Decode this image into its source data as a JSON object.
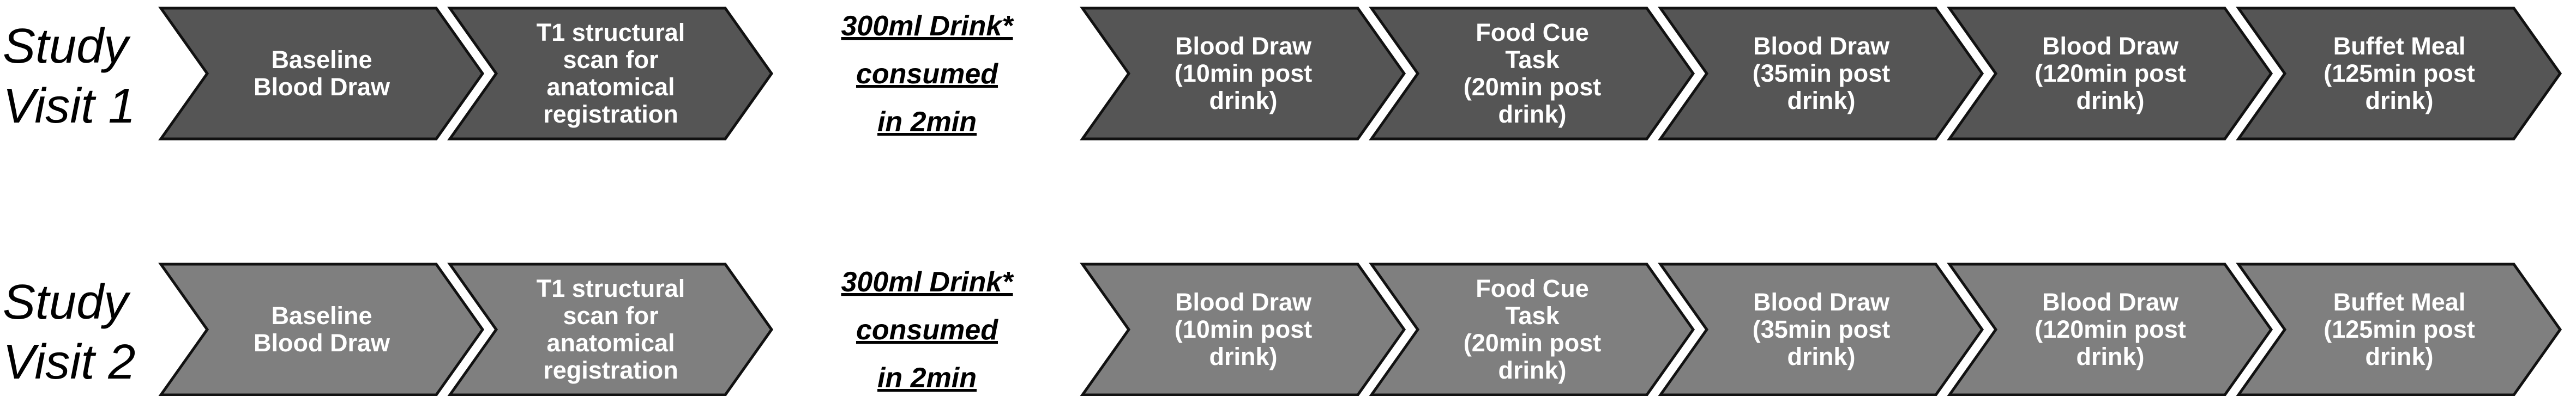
{
  "colors": {
    "visit1_fill": "#555555",
    "visit2_fill": "#7f7f7f",
    "label": "#000000",
    "step_text": "#ffffff"
  },
  "visits": [
    {
      "label_lines": [
        "Study",
        "Visit 1"
      ],
      "pre_steps": [
        {
          "lines": [
            "Baseline",
            "Blood Draw"
          ]
        },
        {
          "lines": [
            "T1 structural",
            "scan for",
            "anatomical",
            "registration"
          ]
        }
      ],
      "drink_lines": [
        "300ml Drink*",
        "consumed",
        "in 2min"
      ],
      "post_steps": [
        {
          "lines": [
            "Blood Draw",
            "(10min post",
            "drink)"
          ]
        },
        {
          "lines": [
            "Food Cue",
            "Task",
            "(20min post",
            "drink)"
          ]
        },
        {
          "lines": [
            "Blood Draw",
            "(35min post",
            "drink)"
          ]
        },
        {
          "lines": [
            "Blood Draw",
            "(120min post",
            "drink)"
          ]
        },
        {
          "lines": [
            "Buffet Meal",
            "(125min post",
            "drink)"
          ]
        }
      ]
    },
    {
      "label_lines": [
        "Study",
        "Visit 2"
      ],
      "pre_steps": [
        {
          "lines": [
            "Baseline",
            "Blood Draw"
          ]
        },
        {
          "lines": [
            "T1 structural",
            "scan for",
            "anatomical",
            "registration"
          ]
        }
      ],
      "drink_lines": [
        "300ml Drink*",
        "consumed",
        "in 2min"
      ],
      "post_steps": [
        {
          "lines": [
            "Blood Draw",
            "(10min post",
            "drink)"
          ]
        },
        {
          "lines": [
            "Food Cue",
            "Task",
            "(20min post",
            "drink)"
          ]
        },
        {
          "lines": [
            "Blood Draw",
            "(35min post",
            "drink)"
          ]
        },
        {
          "lines": [
            "Blood Draw",
            "(120min post",
            "drink)"
          ]
        },
        {
          "lines": [
            "Buffet Meal",
            "(125min post",
            "drink)"
          ]
        }
      ]
    }
  ]
}
